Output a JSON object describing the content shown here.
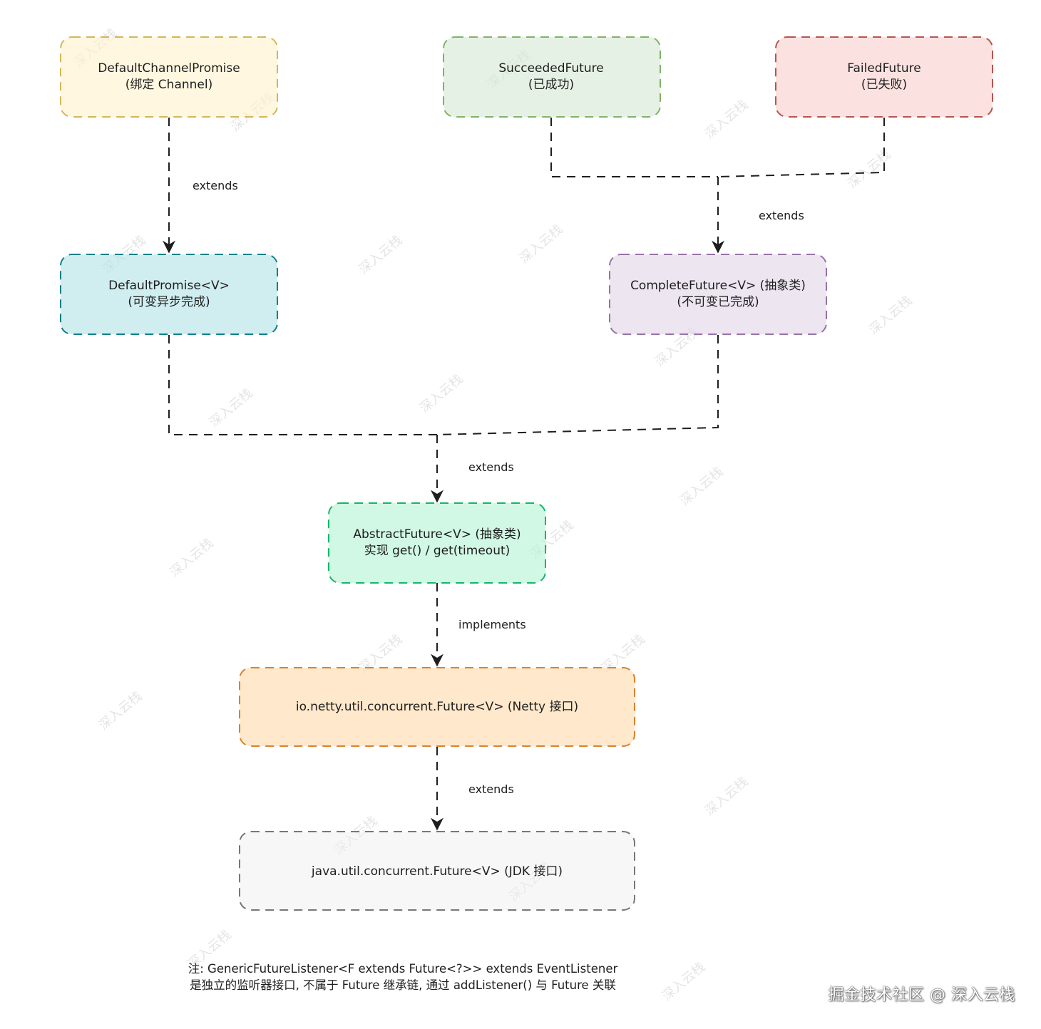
{
  "nodes": [
    {
      "id": "default-channel-promise",
      "line1": "DefaultChannelPromise",
      "line2": "(绑定 Channel)",
      "stroke": "#d6b656",
      "fill": "#fff2cc"
    },
    {
      "id": "succeeded-future",
      "line1": "SucceededFuture",
      "line2": "(已成功)",
      "stroke": "#82b366",
      "fill": "#d5e8d4"
    },
    {
      "id": "failed-future",
      "line1": "FailedFuture",
      "line2": "(已失败)",
      "stroke": "#b85450",
      "fill": "#f8cecc"
    },
    {
      "id": "default-promise",
      "line1": "DefaultPromise<V>",
      "line2": "(可变异步完成)",
      "stroke": "#0e8088",
      "fill": "#b0e3e6"
    },
    {
      "id": "complete-future",
      "line1": "CompleteFuture<V> (抽象类)",
      "line2": "(不可变已完成)",
      "stroke": "#9673a6",
      "fill": "#e1d5e7"
    },
    {
      "id": "abstract-future",
      "line1": "AbstractFuture<V> (抽象类)",
      "line2": "实现 get() / get(timeout)",
      "stroke": "#12b76a",
      "fill": "#b2f2d4"
    },
    {
      "id": "netty-future",
      "line1": "io.netty.util.concurrent.Future<V> (Netty 接口)",
      "line2": "",
      "stroke": "#d9822b",
      "fill": "#ffd8a8"
    },
    {
      "id": "jdk-future",
      "line1": "java.util.concurrent.Future<V> (JDK 接口)",
      "line2": "",
      "stroke": "#777777",
      "fill": "#f0f0f0"
    }
  ],
  "edges": [
    {
      "id": "e1",
      "label": "extends"
    },
    {
      "id": "e2",
      "label": "extends"
    },
    {
      "id": "e3",
      "label": "extends"
    },
    {
      "id": "e4",
      "label": "implements"
    },
    {
      "id": "e5",
      "label": "extends"
    }
  ],
  "note": {
    "line1": "注: GenericFutureListener<F extends Future<?>> extends EventListener",
    "line2": "是独立的监听器接口, 不属于 Future 继承链, 通过 addListener() 与 Future 关联"
  },
  "watermark": "深入云栈",
  "credit": "掘金技术社区 @ 深入云栈"
}
